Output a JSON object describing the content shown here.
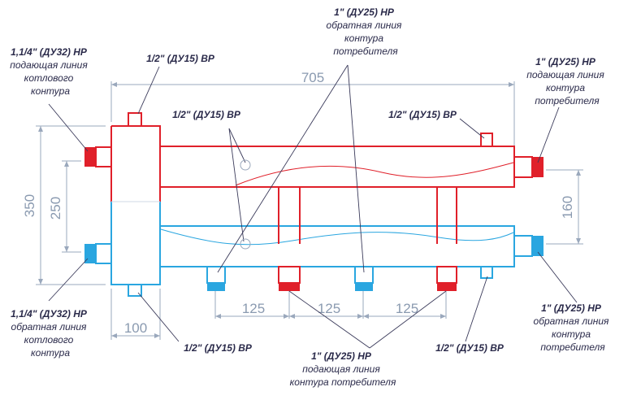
{
  "labels": {
    "boiler_supply": [
      "1,1/4\" (ДУ32) НР",
      "подающая линия",
      "котлового",
      "контура"
    ],
    "boiler_return": [
      "1,1/4\" (ДУ32) НР",
      "обратная линия",
      "котлового",
      "контура"
    ],
    "top_port_left": [
      "1/2\" (ДУ15) ВР"
    ],
    "mid_port_left": [
      "1/2\" (ДУ15) ВР"
    ],
    "top_port_right": [
      "1/2\" (ДУ15) ВР"
    ],
    "consumer_return_top": [
      "1\" (ДУ25) НР",
      "обратная линия",
      "контура",
      "потребителя"
    ],
    "consumer_supply_right": [
      "1\" (ДУ25) НР",
      "подающая линия",
      "контура",
      "потребителя"
    ],
    "consumer_return_right": [
      "1\" (ДУ25) НР",
      "обратная линия",
      "контура",
      "потребителя"
    ],
    "bottom_port_left": [
      "1/2\" (ДУ15) ВР"
    ],
    "bottom_port_right": [
      "1/2\" (ДУ15) ВР"
    ],
    "consumer_supply_bottom": [
      "1\" (ДУ25) НР",
      "подающая линия",
      "контура потребителя"
    ]
  },
  "dimensions": {
    "total_length": "705",
    "height_outer": "350",
    "height_inner": "250",
    "pipe_spacing": "160",
    "column_width": "100",
    "spacing_1": "125",
    "spacing_2": "125",
    "spacing_3": "125"
  },
  "colors": {
    "supply": "#e0202a",
    "return": "#2aa6e0",
    "dimension": "#9aa8bc"
  }
}
